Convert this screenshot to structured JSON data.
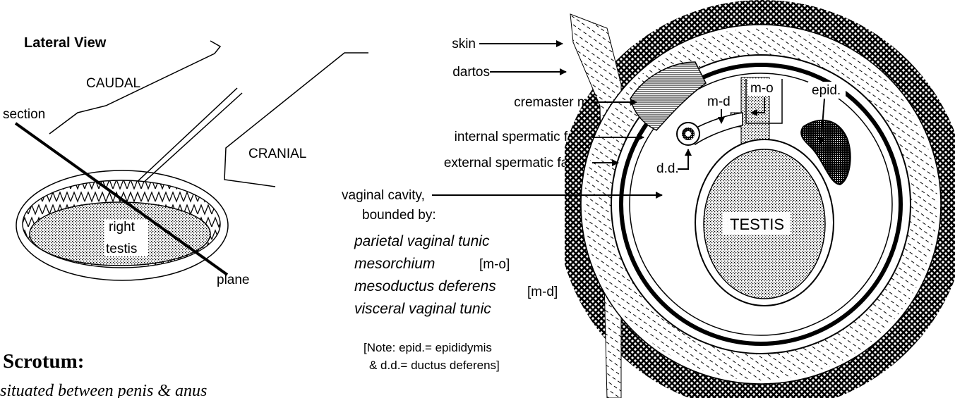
{
  "lateral_view": {
    "title": "Lateral View",
    "caudal": "CAUDAL",
    "cranial": "CRANIAL",
    "section": "section",
    "plane": "plane",
    "testis_line1": "right",
    "testis_line2": "testis"
  },
  "labels": {
    "skin": "skin",
    "dartos": "dartos",
    "cremaster": "cremaster m.",
    "internal_fascia": "internal spermatic facia",
    "external_fascia": "external spermatic fascia",
    "vaginal_cavity": "vaginal cavity,",
    "bounded_by": "bounded by:",
    "parietal": "parietal vaginal tunic",
    "mesorchium": "mesorchium",
    "mesorchium_abbr": "[m-o]",
    "mesoductus": "mesoductus deferens",
    "mesoductus_abbr": "[m-d]",
    "visceral": "visceral vaginal tunic",
    "note_line1": "[Note: epid.= epididymis",
    "note_line2": "& d.d.= ductus deferens]"
  },
  "section_labels": {
    "m_d": "m-d",
    "m_o": "m-o",
    "epid": "epid.",
    "d_d": "d.d.",
    "testis": "TESTIS"
  },
  "heading": {
    "title": "Scrotum:",
    "subtitle": "situated between penis & anus"
  }
}
